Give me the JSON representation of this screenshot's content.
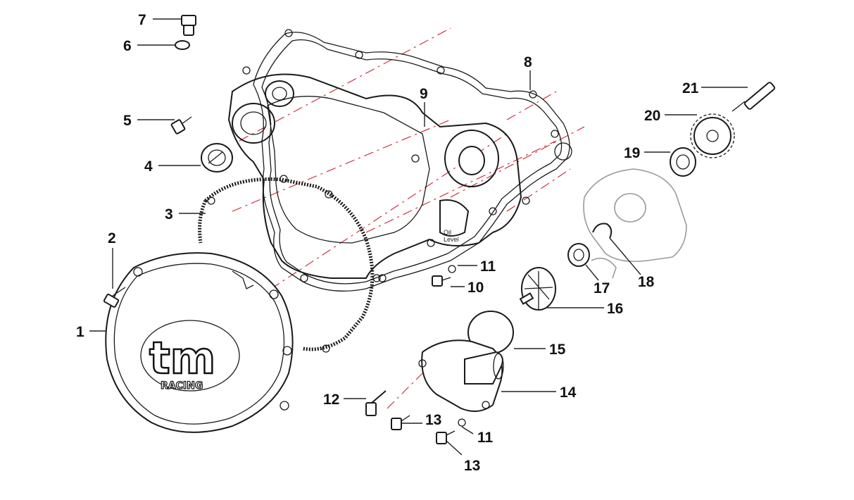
{
  "diagram": {
    "callouts": [
      {
        "id": "c1",
        "label": "1"
      },
      {
        "id": "c2",
        "label": "2"
      },
      {
        "id": "c3",
        "label": "3"
      },
      {
        "id": "c4",
        "label": "4"
      },
      {
        "id": "c5",
        "label": "5"
      },
      {
        "id": "c6",
        "label": "6"
      },
      {
        "id": "c7",
        "label": "7"
      },
      {
        "id": "c8",
        "label": "8"
      },
      {
        "id": "c9",
        "label": "9"
      },
      {
        "id": "c10",
        "label": "10"
      },
      {
        "id": "c11a",
        "label": "11"
      },
      {
        "id": "c11b",
        "label": "11"
      },
      {
        "id": "c12",
        "label": "12"
      },
      {
        "id": "c13a",
        "label": "13"
      },
      {
        "id": "c13b",
        "label": "13"
      },
      {
        "id": "c14",
        "label": "14"
      },
      {
        "id": "c15",
        "label": "15"
      },
      {
        "id": "c16",
        "label": "16"
      },
      {
        "id": "c17",
        "label": "17"
      },
      {
        "id": "c18",
        "label": "18"
      },
      {
        "id": "c19",
        "label": "19"
      },
      {
        "id": "c20",
        "label": "20"
      },
      {
        "id": "c21",
        "label": "21"
      }
    ],
    "logo": {
      "main": "tm",
      "sub": "RACING"
    },
    "casting_mark": {
      "line1": "Oil",
      "line2": "Level"
    }
  }
}
